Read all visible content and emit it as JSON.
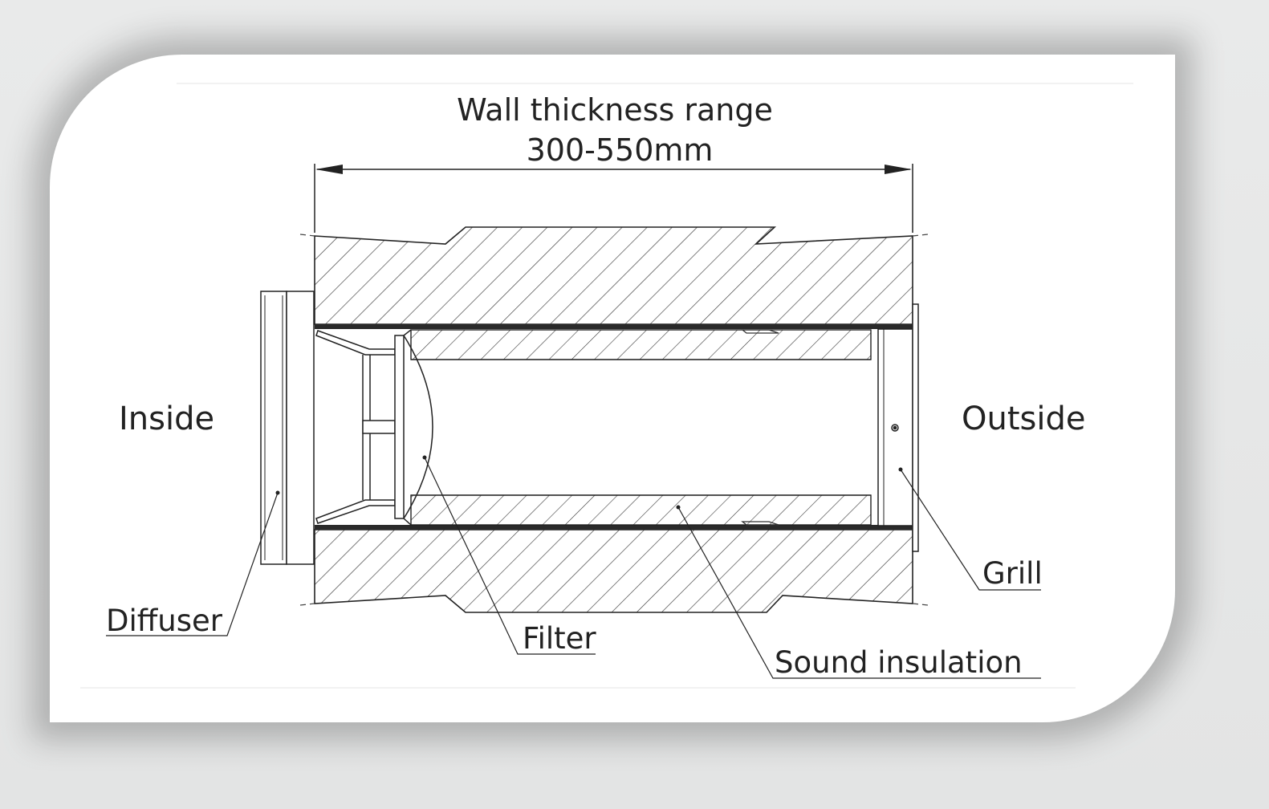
{
  "dimension": {
    "title": "Wall thickness range",
    "value": "300-550mm"
  },
  "sides": {
    "inside": "Inside",
    "outside": "Outside"
  },
  "callouts": {
    "diffuser": "Diffuser",
    "filter": "Filter",
    "sound_insulation": "Sound insulation",
    "grill": "Grill"
  }
}
